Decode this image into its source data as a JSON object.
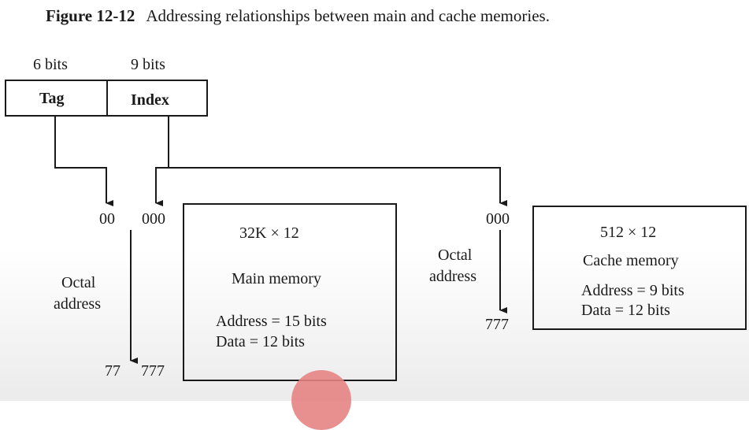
{
  "title": {
    "figure_number": "Figure 12-12",
    "caption": "Addressing relationships between main and cache memories."
  },
  "address_format": {
    "tag_bits": "6 bits",
    "index_bits": "9 bits",
    "tag_label": "Tag",
    "index_label": "Index"
  },
  "main_memory": {
    "start_tag": "00",
    "start_index": "000",
    "end_tag": "77",
    "end_index": "777",
    "axis_label_line1": "Octal",
    "axis_label_line2": "address",
    "size": "32K × 12",
    "name": "Main memory",
    "address_line": "Address = 15 bits",
    "data_line": "Data = 12 bits"
  },
  "cache_memory": {
    "start_index": "000",
    "end_index": "777",
    "axis_label_line1": "Octal",
    "axis_label_line2": "address",
    "size": "512 × 12",
    "name": "Cache memory",
    "address_line": "Address = 9 bits",
    "data_line": "Data = 12 bits"
  },
  "colors": {
    "ink": "#1a1a1a",
    "overlay_dot": "#e58383"
  }
}
